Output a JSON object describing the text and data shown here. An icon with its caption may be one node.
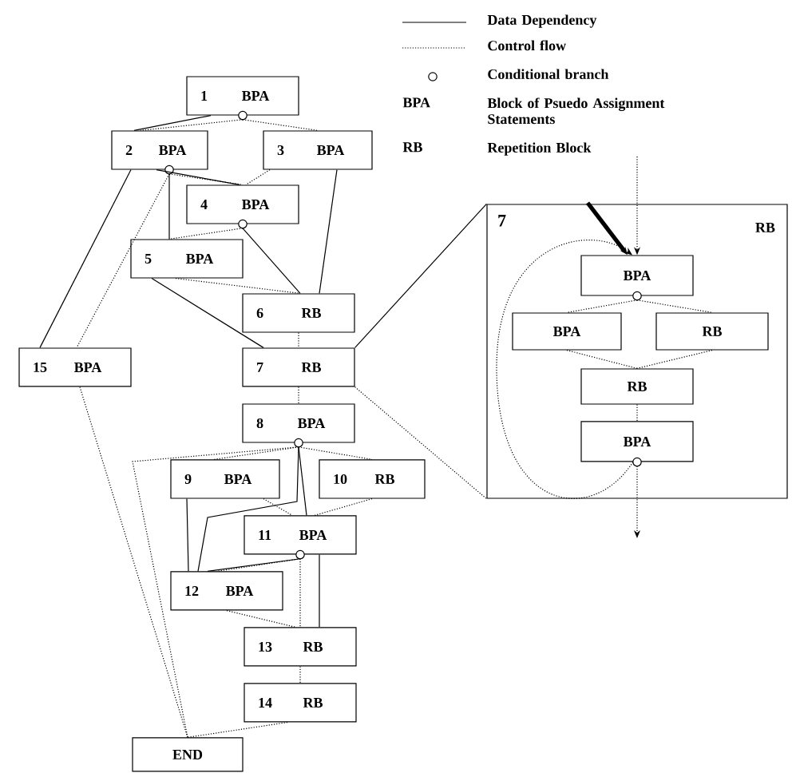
{
  "diagram": {
    "nodes": [
      {
        "text": [
          "1",
          "BPA"
        ]
      },
      {
        "text": [
          "2",
          "BPA"
        ]
      },
      {
        "text": [
          "3",
          "BPA"
        ]
      },
      {
        "text": [
          "4",
          "BPA"
        ]
      },
      {
        "text": [
          "5",
          "BPA"
        ]
      },
      {
        "text": [
          "6",
          "RB"
        ]
      },
      {
        "text": [
          "15",
          "BPA"
        ]
      },
      {
        "text": [
          "7",
          "RB"
        ]
      },
      {
        "text": [
          "8",
          "BPA"
        ]
      },
      {
        "text": [
          "9",
          "BPA"
        ]
      },
      {
        "text": [
          "10",
          "RB"
        ]
      },
      {
        "text": [
          "11",
          "BPA"
        ]
      },
      {
        "text": [
          "12",
          "BPA"
        ]
      },
      {
        "text": [
          "13",
          "RB"
        ]
      },
      {
        "text": [
          "14",
          "RB"
        ]
      },
      {
        "text": [
          "END"
        ]
      },
      {
        "text": [
          "7",
          "RB"
        ]
      },
      {
        "text": [
          "BPA"
        ],
        "in": 16
      },
      {
        "text": [
          "BPA"
        ],
        "in": 16
      },
      {
        "text": [
          "RB"
        ],
        "in": 16
      },
      {
        "text": [
          "RB"
        ],
        "in": 16
      },
      {
        "text": [
          "BPA"
        ],
        "in": 16
      }
    ],
    "edges": [
      {
        "from": 0,
        "to": 1,
        "arrow": "none"
      },
      {
        "from": 0,
        "to": 1,
        "arrow": "none",
        "style": "dashed"
      },
      {
        "from": 0,
        "to": 2,
        "arrow": "none",
        "style": "dashed"
      },
      {
        "from": 1,
        "to": 3,
        "arrow": "none"
      },
      {
        "from": 1,
        "to": 3,
        "arrow": "none",
        "style": "dashed"
      },
      {
        "from": 2,
        "to": 3,
        "arrow": "none",
        "style": "dashed"
      },
      {
        "from": 1,
        "to": 4,
        "arrow": "none"
      },
      {
        "from": 1,
        "to": 6,
        "arrow": "none"
      },
      {
        "from": 1,
        "to": 6,
        "arrow": "none",
        "style": "dashed"
      },
      {
        "from": 6,
        "to": 15,
        "arrow": "none",
        "style": "dashed"
      },
      {
        "from": 3,
        "to": 4,
        "arrow": "none",
        "style": "dashed"
      },
      {
        "from": 3,
        "to": 5,
        "arrow": "none"
      },
      {
        "from": 2,
        "to": 5,
        "arrow": "none"
      },
      {
        "from": 4,
        "to": 5,
        "arrow": "none",
        "style": "dashed"
      },
      {
        "from": 4,
        "to": 7,
        "arrow": "none"
      },
      {
        "from": 5,
        "to": 7,
        "arrow": "none",
        "style": "dashed"
      },
      {
        "from": 7,
        "to": 8,
        "arrow": "none",
        "style": "dashed"
      },
      {
        "from": 8,
        "to": 9,
        "arrow": "none",
        "style": "dashed"
      },
      {
        "from": 8,
        "to": 10,
        "arrow": "none",
        "style": "dashed"
      },
      {
        "from": 8,
        "to": 15,
        "arrow": "none",
        "style": "dashed"
      },
      {
        "from": 8,
        "to": 11,
        "arrow": "none"
      },
      {
        "from": 8,
        "to": 12,
        "arrow": "none"
      },
      {
        "from": 9,
        "to": 12,
        "arrow": "none"
      },
      {
        "from": 9,
        "to": 11,
        "arrow": "none",
        "style": "dashed"
      },
      {
        "from": 10,
        "to": 11,
        "arrow": "none",
        "style": "dashed"
      },
      {
        "from": 11,
        "to": 12,
        "arrow": "none"
      },
      {
        "from": 11,
        "to": 12,
        "arrow": "none",
        "style": "dashed"
      },
      {
        "from": 11,
        "to": 13,
        "arrow": "none",
        "style": "dashed"
      },
      {
        "from": 11,
        "to": 13,
        "arrow": "none"
      },
      {
        "from": 12,
        "to": 13,
        "arrow": "none",
        "style": "dashed"
      },
      {
        "from": 13,
        "to": 14,
        "arrow": "none",
        "style": "dashed"
      },
      {
        "from": 14,
        "to": 15,
        "arrow": "none",
        "style": "dashed"
      },
      {
        "from": 7,
        "to": 16,
        "arrow": "none"
      },
      {
        "from": 7,
        "to": 16,
        "arrow": "none",
        "style": "dashed"
      },
      {
        "from": null,
        "to": 17,
        "arrow": "to",
        "style": "thick"
      },
      {
        "from": null,
        "to": 17,
        "arrow": "to",
        "style": "dashed"
      },
      {
        "from": 17,
        "to": 18,
        "arrow": "none",
        "style": "dashed"
      },
      {
        "from": 17,
        "to": 19,
        "arrow": "none",
        "style": "dashed"
      },
      {
        "from": 18,
        "to": 20,
        "arrow": "none",
        "style": "dashed"
      },
      {
        "from": 19,
        "to": 20,
        "arrow": "none",
        "style": "dashed"
      },
      {
        "from": 20,
        "to": 21,
        "arrow": "none",
        "style": "dashed"
      },
      {
        "from": 21,
        "to": null,
        "arrow": "to",
        "style": "dashed"
      },
      {
        "from": 21,
        "to": 17,
        "arrow": "to",
        "style": "dashed"
      }
    ],
    "labels": [
      "BPA",
      "RB"
    ],
    "legend": [
      {
        "text": "Data Dependency"
      },
      {
        "text": "Control flow"
      },
      {
        "text": "Conditional branch"
      },
      {
        "text": "Block of Psuedo Assignment Statements"
      },
      {
        "text": "Repetition Block"
      }
    ]
  }
}
